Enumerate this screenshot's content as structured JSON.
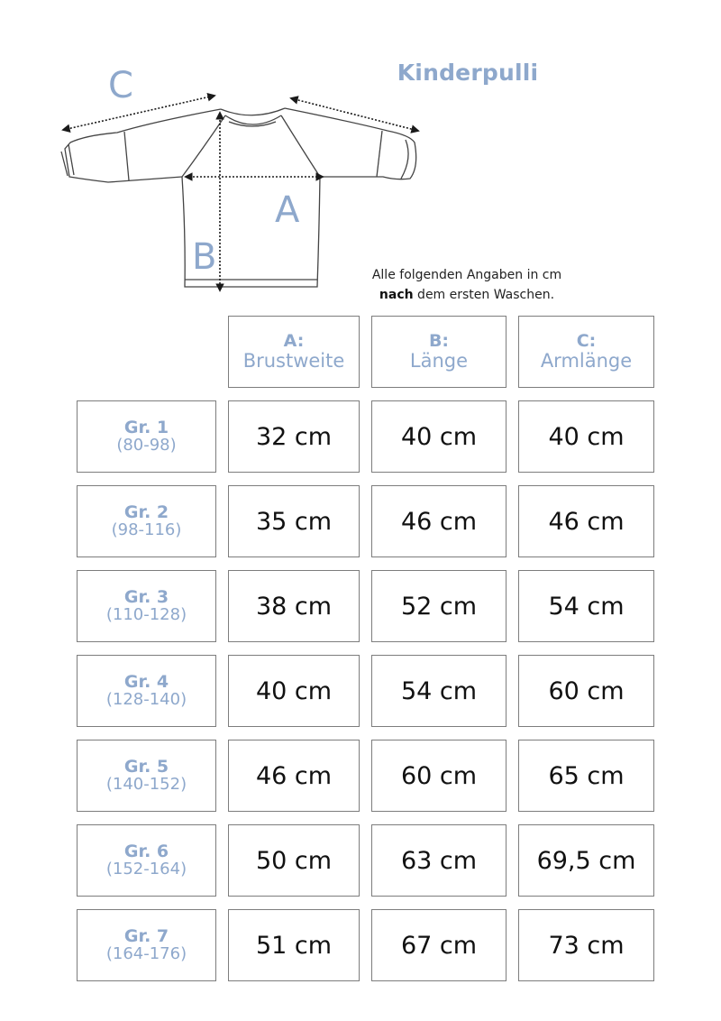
{
  "title": "Kinderpulli",
  "note": {
    "line1": "Alle folgenden Angaben in cm",
    "bold": "nach",
    "line2_rest": " dem ersten Waschen."
  },
  "diagram": {
    "labels": {
      "A": "A",
      "B": "B",
      "C": "C"
    },
    "icon": "sweater-measurement-sketch"
  },
  "table": {
    "headers": [
      {
        "key": "A:",
        "label": "Brustweite"
      },
      {
        "key": "B:",
        "label": "Länge"
      },
      {
        "key": "C:",
        "label": "Armlänge"
      }
    ],
    "rows": [
      {
        "size": "Gr. 1",
        "range": "(80-98)",
        "values": [
          "32 cm",
          "40 cm",
          "40 cm"
        ]
      },
      {
        "size": "Gr. 2",
        "range": "(98-116)",
        "values": [
          "35 cm",
          "46 cm",
          "46 cm"
        ]
      },
      {
        "size": "Gr. 3",
        "range": "(110-128)",
        "values": [
          "38 cm",
          "52 cm",
          "54 cm"
        ]
      },
      {
        "size": "Gr. 4",
        "range": "(128-140)",
        "values": [
          "40 cm",
          "54 cm",
          "60 cm"
        ]
      },
      {
        "size": "Gr. 5",
        "range": "(140-152)",
        "values": [
          "46 cm",
          "60 cm",
          "65 cm"
        ]
      },
      {
        "size": "Gr. 6",
        "range": "(152-164)",
        "values": [
          "50 cm",
          "63 cm",
          "69,5 cm"
        ]
      },
      {
        "size": "Gr. 7",
        "range": "(164-176)",
        "values": [
          "51 cm",
          "67 cm",
          "73 cm"
        ]
      }
    ]
  },
  "colors": {
    "accent": "#8ea8cc",
    "text": "#111111",
    "border": "#7d7d7d"
  }
}
